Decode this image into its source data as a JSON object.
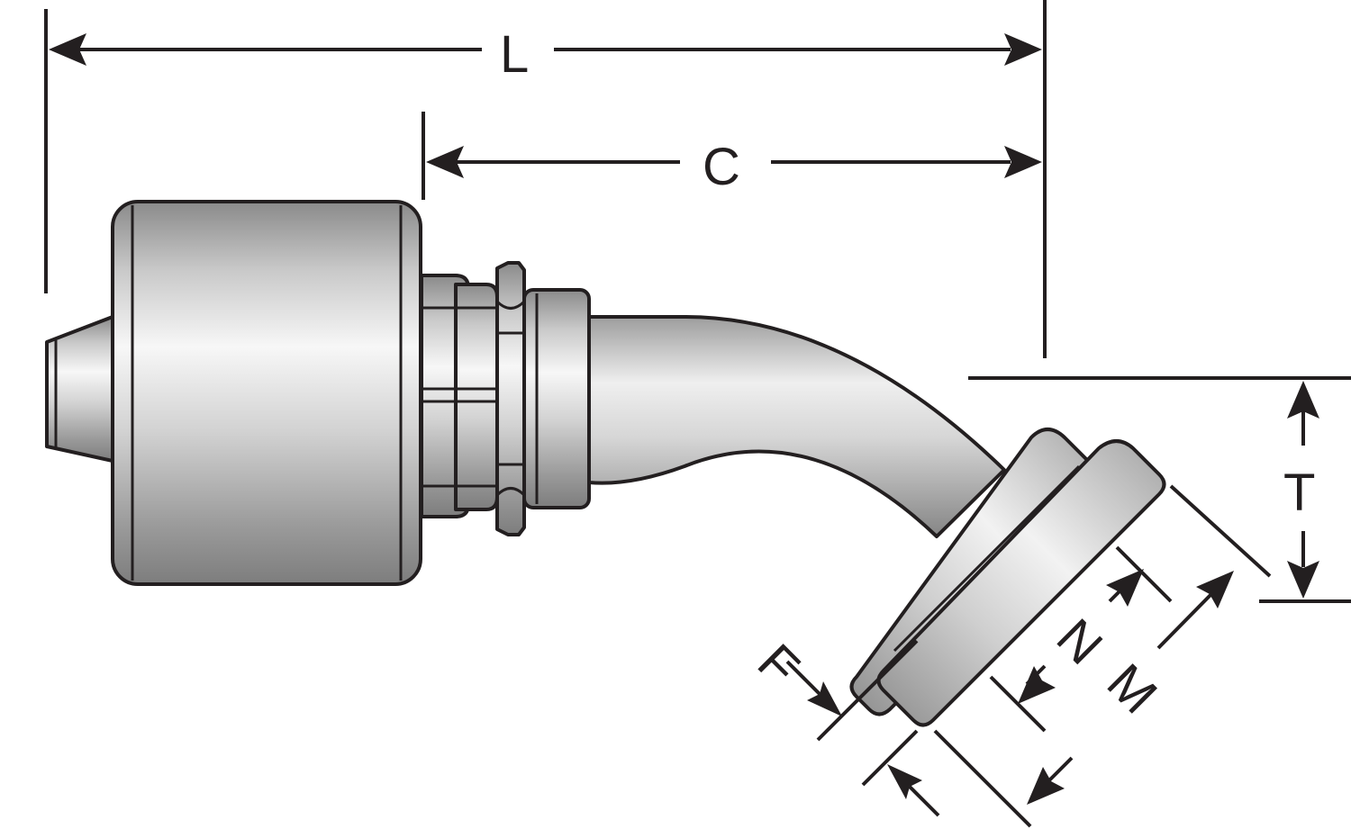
{
  "dimensions": {
    "L": "L",
    "C": "C",
    "T": "T",
    "F": "F",
    "N": "N",
    "M": "M"
  },
  "colors": {
    "line": "#231f20",
    "metal_light": "#f5f5f5",
    "metal_mid": "#c8c8c8",
    "metal_dark": "#8a8a8a"
  }
}
